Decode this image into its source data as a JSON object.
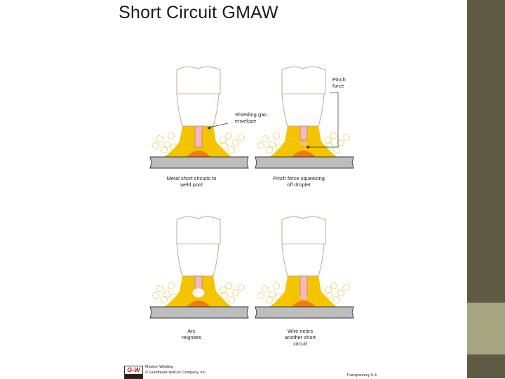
{
  "title": "Short Circuit GMAW",
  "panels": [
    {
      "caption": "Metal short circuits to weld pool"
    },
    {
      "caption": "Pinch force squeezing off droplet"
    },
    {
      "caption": "Arc reignites"
    },
    {
      "caption": "Wire nears another short circuit"
    }
  ],
  "labels": {
    "shielding": "Shielding gas envelope",
    "pinch": "Pinch force"
  },
  "footer": {
    "logo": "G-W",
    "line1": "Modern Welding",
    "line2": "© Goodheart-Willcox Company, Inc.",
    "transparency": "Transparency 5-4"
  },
  "colors": {
    "nozzle_outline": "#c9a58a",
    "gas_cloud": "#e8d36a",
    "yellow_shield": "#f5c400",
    "wire": "#f2b9c0",
    "weld_pool": "#f07a12",
    "base_metal": "#bdbdbd",
    "sidebar": "#5f5a44",
    "sidebar_accent": "#a7a480"
  }
}
